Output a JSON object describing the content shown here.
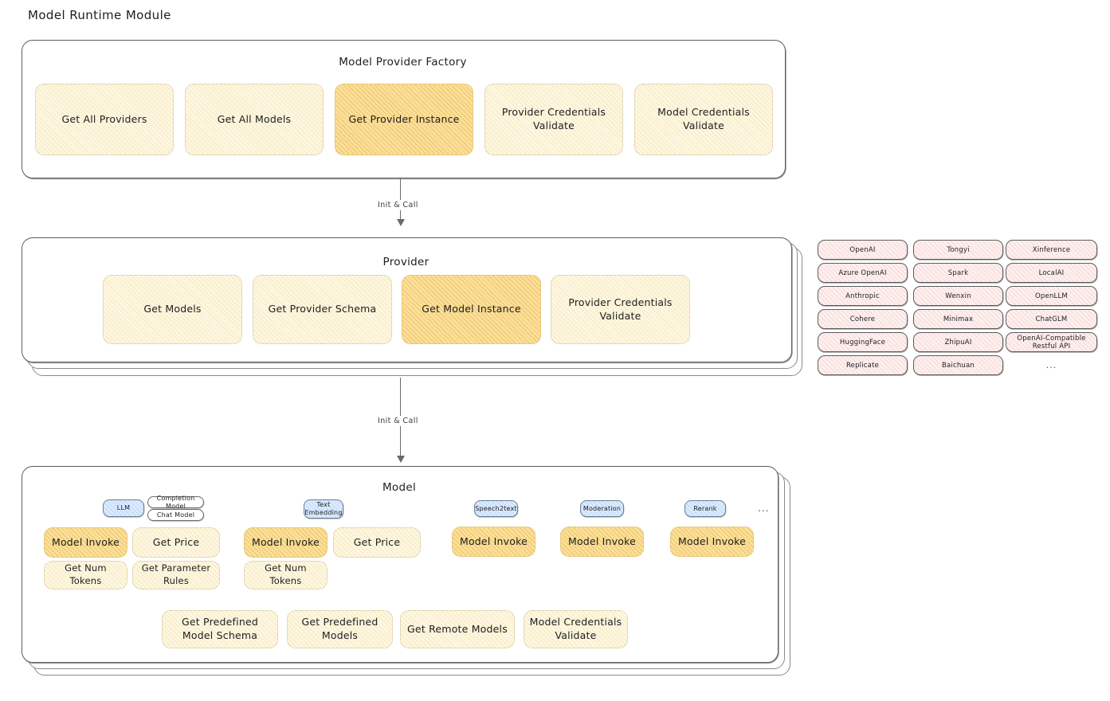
{
  "page": {
    "title": "Model Runtime Module"
  },
  "colors": {
    "chip_fill": "#fdf7e3",
    "chip_highlight_fill": "#fbdf9a",
    "provider_tag_fill": "#fdf0ef",
    "badge_blue_fill": "#dbeafe",
    "panel_border": "#5c5c5c"
  },
  "factory": {
    "title": "Model Provider Factory",
    "methods": [
      {
        "label": "Get All Providers",
        "highlighted": false
      },
      {
        "label": "Get All Models",
        "highlighted": false
      },
      {
        "label": "Get Provider Instance",
        "highlighted": true
      },
      {
        "label": "Provider Credentials Validate",
        "highlighted": false
      },
      {
        "label": "Model Credentials Validate",
        "highlighted": false
      }
    ]
  },
  "arrows": {
    "factory_to_provider": "Init & Call",
    "provider_to_model": "Init & Call"
  },
  "provider": {
    "title": "Provider",
    "methods": [
      {
        "label": "Get Models",
        "highlighted": false
      },
      {
        "label": "Get Provider Schema",
        "highlighted": false
      },
      {
        "label": "Get Model Instance",
        "highlighted": true
      },
      {
        "label": "Provider Credentials Validate",
        "highlighted": false
      }
    ]
  },
  "provider_list": {
    "ellipsis": "...",
    "column1": [
      "OpenAI",
      "Azure OpenAI",
      "Anthropic",
      "Cohere",
      "HuggingFace",
      "Replicate"
    ],
    "column2": [
      "Tongyi",
      "Spark",
      "Wenxin",
      "Minimax",
      "ZhipuAI",
      "Baichuan"
    ],
    "column3": [
      "Xinference",
      "LocalAI",
      "OpenLLM",
      "ChatGLM",
      "OpenAI-Compatible Restful API"
    ]
  },
  "model": {
    "title": "Model",
    "ellipsis": "...",
    "types": [
      {
        "badge": "LLM",
        "badge_style": "blue",
        "sub_badges": [
          "Completion Model",
          "Chat Model"
        ],
        "methods": [
          {
            "label": "Model Invoke",
            "highlighted": true
          },
          {
            "label": "Get Price",
            "highlighted": false
          },
          {
            "label": "Get Num Tokens",
            "highlighted": false
          },
          {
            "label": "Get Parameter Rules",
            "highlighted": false
          }
        ]
      },
      {
        "badge": "Text Embedding",
        "badge_style": "blue",
        "sub_badges": [],
        "methods": [
          {
            "label": "Model Invoke",
            "highlighted": true
          },
          {
            "label": "Get Price",
            "highlighted": false
          },
          {
            "label": "Get Num Tokens",
            "highlighted": false
          }
        ]
      },
      {
        "badge": "Speech2text",
        "badge_style": "blue",
        "sub_badges": [],
        "methods": [
          {
            "label": "Model Invoke",
            "highlighted": true
          }
        ]
      },
      {
        "badge": "Moderation",
        "badge_style": "blue",
        "sub_badges": [],
        "methods": [
          {
            "label": "Model Invoke",
            "highlighted": true
          }
        ]
      },
      {
        "badge": "Rerank",
        "badge_style": "blue",
        "sub_badges": [],
        "methods": [
          {
            "label": "Model Invoke",
            "highlighted": true
          }
        ]
      }
    ],
    "common_methods": [
      "Get Predefined Model Schema",
      "Get Predefined Models",
      "Get Remote Models",
      "Model Credentials Validate"
    ]
  }
}
